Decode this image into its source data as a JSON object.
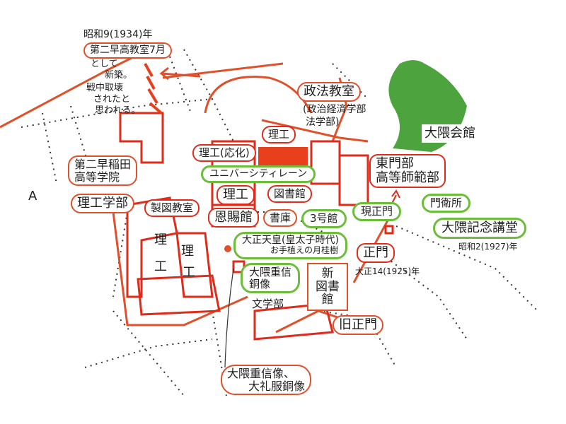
{
  "colors": {
    "building": "#e02a1a",
    "label_orange": "#e0502a",
    "label_green": "#6cbd3a",
    "grove": "#3a9a2a",
    "dots": "#333333"
  },
  "labels": {
    "note_year": "昭和9(1934)年",
    "note_building": "第二早高教室7月",
    "note_line1": "として",
    "note_line2": "新築。",
    "note_line3": "戦中取壊",
    "note_line4": "されたと",
    "note_line5": "思われる。",
    "seiho": "政法教室",
    "seiho_sub1": "(政治経済学部",
    "seiho_sub2": "法学部)",
    "okuma_kaikan": "大隈会館",
    "tomon_line1": "東門部",
    "tomon_line2": "高等師範部",
    "moneisho": "門衛所",
    "gen_seimon": "現正門",
    "auditorium": "大隈記念講堂",
    "auditorium_year": "昭和2(1927)年",
    "second_high_line1": "第二早稲田",
    "second_high_line2": "高等学院",
    "science_faculty": "理工学部",
    "drafting_room": "製図教室",
    "science_applied_chem": "理工(応化)",
    "science_top": "理工",
    "university_lane": "ユニバーシティレーン",
    "science_mid": "理工",
    "onshikan": "恩賜館",
    "library": "図書館",
    "building3": "3号館",
    "stacks": "書庫",
    "laurel": "大正天皇(皇太子時代)",
    "laurel_sub": "お手植えの月桂樹",
    "statue": "大隈重信",
    "statue_sub": "銅像",
    "new_library_1": "新",
    "new_library_2": "図書",
    "new_library_3": "館",
    "seimon": "正門",
    "seimon_year": "大正14(1925)年",
    "literature": "文学部",
    "old_gate": "旧正門",
    "ri": "理",
    "ko": "工",
    "ri2": "理",
    "ko2": "工",
    "statue_callout_1": "大隈重信像、",
    "statue_callout_2": "大礼服銅像",
    "marker_a": "A"
  }
}
